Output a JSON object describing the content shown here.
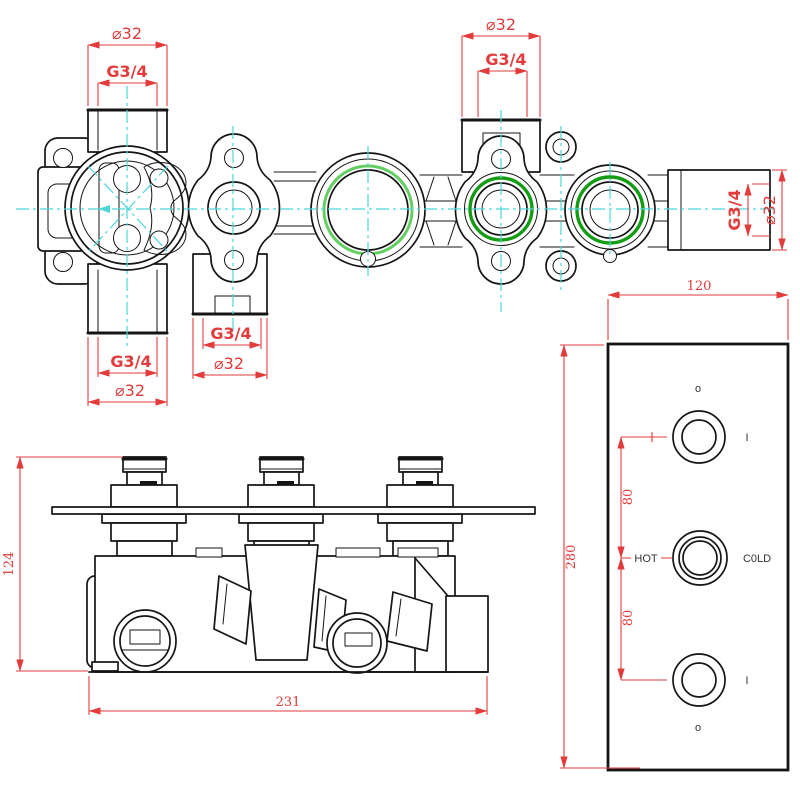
{
  "colors": {
    "line": "#151515",
    "dimension": "#e23b3b",
    "centerline": "#4ed7d7",
    "oring_light": "#63cf63",
    "oring_dark": "#149d14",
    "background": "#ffffff"
  },
  "plan_view": {
    "dim_left_port_top_dia": "⌀32",
    "dim_left_port_top_thread": "G3/4",
    "dim_left_port_bottom_thread": "G3/4",
    "dim_left_port_bottom_dia": "⌀32",
    "dim_mid_port_thread": "G3/4",
    "dim_mid_port_dia": "⌀32",
    "dim_right_port_dia": "⌀32",
    "dim_right_port_thread": "G3/4",
    "dim_outlet_thread": "G3/4",
    "dim_outlet_dia": "⌀32"
  },
  "front_view": {
    "dim_height": "124",
    "dim_length": "231"
  },
  "panel_view": {
    "dim_width": "120",
    "dim_height": "280",
    "dim_knob_gap_upper": "80",
    "dim_knob_gap_lower": "80",
    "label_hot": "HOT",
    "label_cold": "C0LD",
    "mark_top_off": "o",
    "mark_top_on": "I",
    "mark_bottom_on": "I",
    "mark_bottom_off": "o"
  }
}
